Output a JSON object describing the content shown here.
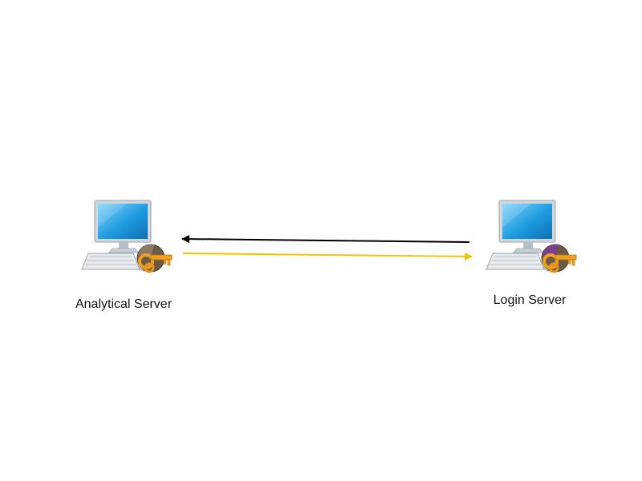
{
  "nodes": [
    {
      "id": "analytical",
      "label": "Analytical Server",
      "icon": "computer-with-key-icon",
      "badge_color": "#6b5a45"
    },
    {
      "id": "login",
      "label": "Login Server",
      "icon": "computer-with-key-icon",
      "badge_color": "#7a3f86"
    }
  ],
  "connections": [
    {
      "from": "login",
      "to": "analytical",
      "color": "#000000"
    },
    {
      "from": "analytical",
      "to": "login",
      "color": "#f5c400"
    }
  ],
  "colors": {
    "screen": "#1e9be0",
    "screen_light": "#6cc8f5",
    "bezel": "#cfd6dc",
    "key": "#f0a020",
    "key_dark": "#b86d05"
  }
}
